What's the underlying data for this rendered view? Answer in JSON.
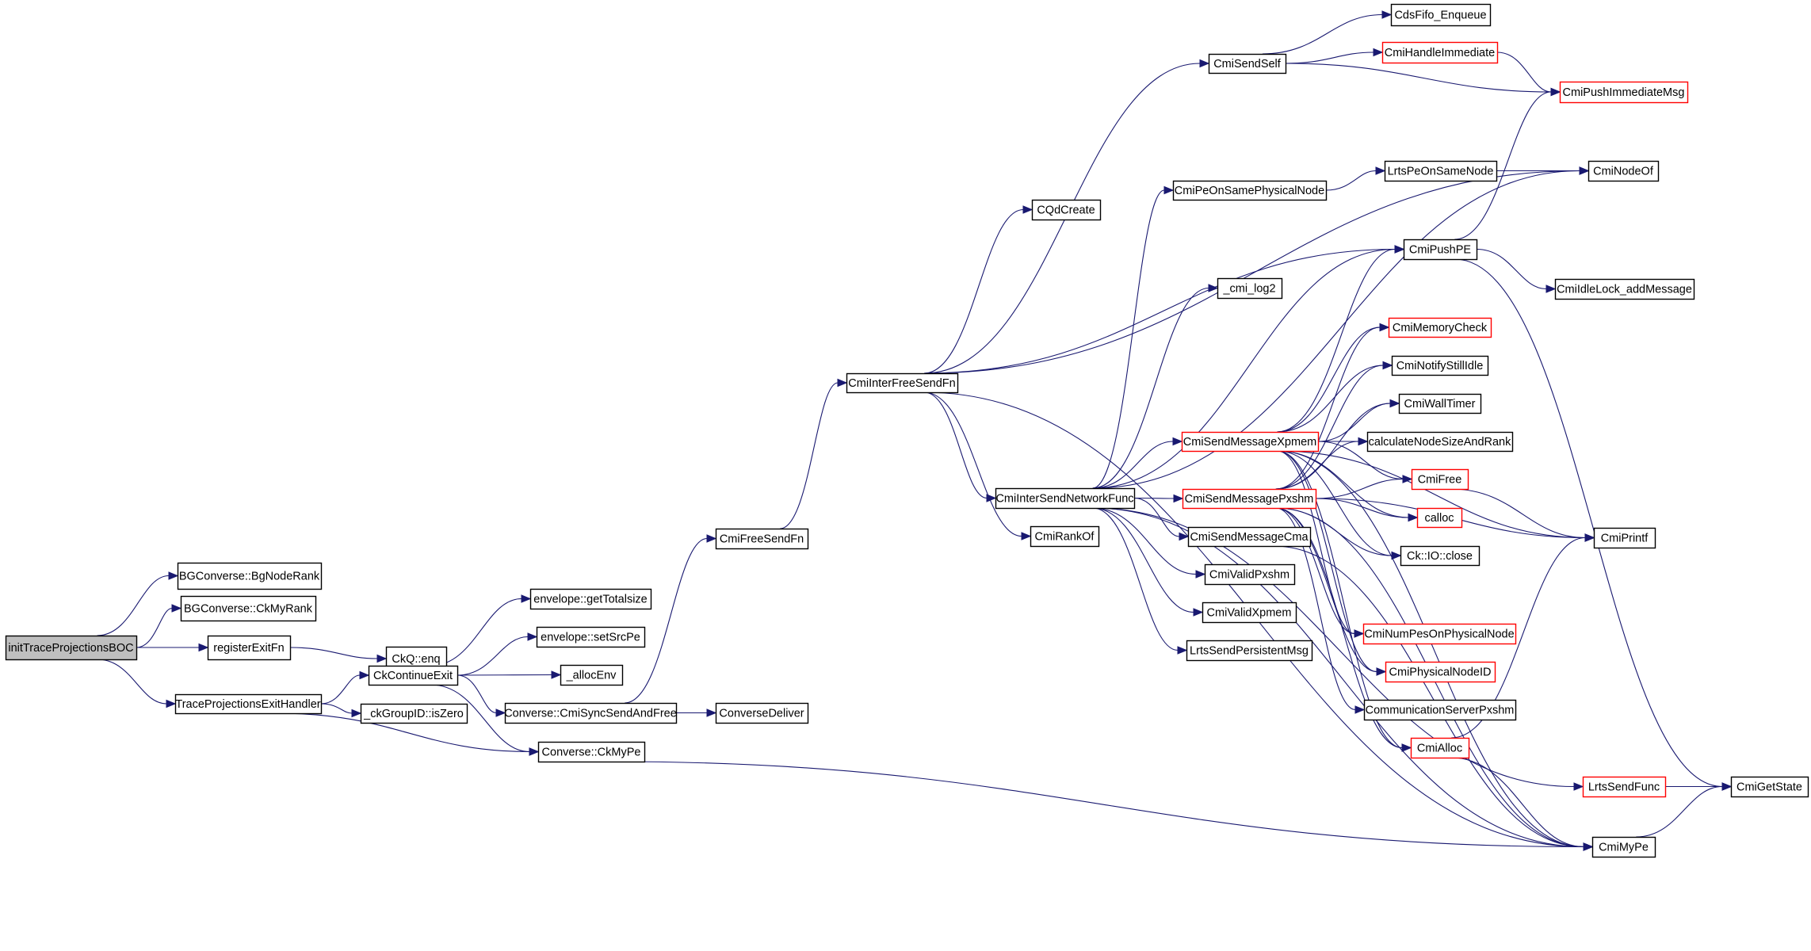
{
  "diagram": {
    "type": "call-graph",
    "edge_color": "#191970",
    "root_fill": "#bfbfbf",
    "truncated_border_color": "#ff0000",
    "nodes": [
      {
        "id": "initTraceProjectionsBOC",
        "label": "initTraceProjectionsBOC",
        "root": true
      },
      {
        "id": "BgNodeRank",
        "label": "BGConverse::BgNodeRank"
      },
      {
        "id": "CkMyRank",
        "label": "BGConverse::CkMyRank"
      },
      {
        "id": "registerExitFn",
        "label": "registerExitFn"
      },
      {
        "id": "CkQenq",
        "label": "CkQ::enq"
      },
      {
        "id": "TPEH",
        "label": "TraceProjectionsExitHandler"
      },
      {
        "id": "isZero",
        "label": "_ckGroupID::isZero"
      },
      {
        "id": "CkContinueExit",
        "label": "CkContinueExit"
      },
      {
        "id": "getTotalsize",
        "label": "envelope::getTotalsize"
      },
      {
        "id": "setSrcPe",
        "label": "envelope::setSrcPe"
      },
      {
        "id": "allocEnv",
        "label": "_allocEnv"
      },
      {
        "id": "CmiSyncSendAndFree",
        "label": "Converse::CmiSyncSendAndFree"
      },
      {
        "id": "ConverseDeliver",
        "label": "ConverseDeliver"
      },
      {
        "id": "ConvCkMyPe",
        "label": "Converse::CkMyPe"
      },
      {
        "id": "CmiFreeSendFn",
        "label": "CmiFreeSendFn"
      },
      {
        "id": "CmiInterFreeSendFn",
        "label": "CmiInterFreeSendFn"
      },
      {
        "id": "CmiSendSelf",
        "label": "CmiSendSelf"
      },
      {
        "id": "CdsFifo_Enqueue",
        "label": "CdsFifo_Enqueue"
      },
      {
        "id": "CmiHandleImmediate",
        "label": "CmiHandleImmediate",
        "truncated": true
      },
      {
        "id": "CmiPushImmediateMsg",
        "label": "CmiPushImmediateMsg",
        "truncated": true
      },
      {
        "id": "CQdCreate",
        "label": "CQdCreate"
      },
      {
        "id": "CmiPeOnSamePhysicalNode",
        "label": "CmiPeOnSamePhysicalNode"
      },
      {
        "id": "LrtsPeOnSameNode",
        "label": "LrtsPeOnSameNode"
      },
      {
        "id": "CmiNodeOf",
        "label": "CmiNodeOf"
      },
      {
        "id": "CmiPushPE",
        "label": "CmiPushPE"
      },
      {
        "id": "CmiIdleLock_addMessage",
        "label": "CmiIdleLock_addMessage"
      },
      {
        "id": "cmi_log2",
        "label": "_cmi_log2"
      },
      {
        "id": "CmiInterSendNetworkFunc",
        "label": "CmiInterSendNetworkFunc"
      },
      {
        "id": "CmiRankOf",
        "label": "CmiRankOf"
      },
      {
        "id": "Xpmem",
        "label": "CmiSendMessageXpmem",
        "truncated": true
      },
      {
        "id": "Pxshm",
        "label": "CmiSendMessagePxshm",
        "truncated": true
      },
      {
        "id": "Cma",
        "label": "CmiSendMessageCma"
      },
      {
        "id": "CmiValidPxshm",
        "label": "CmiValidPxshm"
      },
      {
        "id": "CmiValidXpmem",
        "label": "CmiValidXpmem"
      },
      {
        "id": "LrtsSendPersistentMsg",
        "label": "LrtsSendPersistentMsg"
      },
      {
        "id": "CmiMemoryCheck",
        "label": "CmiMemoryCheck",
        "truncated": true
      },
      {
        "id": "CmiNotifyStillIdle",
        "label": "CmiNotifyStillIdle"
      },
      {
        "id": "CmiWallTimer",
        "label": "CmiWallTimer"
      },
      {
        "id": "calcNodeSize",
        "label": "calculateNodeSizeAndRank"
      },
      {
        "id": "CmiFree",
        "label": "CmiFree",
        "truncated": true
      },
      {
        "id": "calloc",
        "label": "calloc",
        "truncated": true
      },
      {
        "id": "CkIOclose",
        "label": "Ck::IO::close"
      },
      {
        "id": "CmiNumPes",
        "label": "CmiNumPesOnPhysicalNode",
        "truncated": true
      },
      {
        "id": "CmiPhysicalNodeID",
        "label": "CmiPhysicalNodeID",
        "truncated": true
      },
      {
        "id": "CommServerPxshm",
        "label": "CommunicationServerPxshm"
      },
      {
        "id": "CmiAlloc",
        "label": "CmiAlloc",
        "truncated": true
      },
      {
        "id": "CmiPrintf",
        "label": "CmiPrintf"
      },
      {
        "id": "LrtsSendFunc",
        "label": "LrtsSendFunc",
        "truncated": true
      },
      {
        "id": "CmiGetState",
        "label": "CmiGetState"
      },
      {
        "id": "CmiMyPe",
        "label": "CmiMyPe"
      }
    ],
    "edges": [
      [
        "initTraceProjectionsBOC",
        "BgNodeRank"
      ],
      [
        "initTraceProjectionsBOC",
        "CkMyRank"
      ],
      [
        "initTraceProjectionsBOC",
        "registerExitFn"
      ],
      [
        "initTraceProjectionsBOC",
        "TPEH"
      ],
      [
        "registerExitFn",
        "CkQenq"
      ],
      [
        "TPEH",
        "CkContinueExit"
      ],
      [
        "TPEH",
        "isZero"
      ],
      [
        "TPEH",
        "ConvCkMyPe"
      ],
      [
        "CkContinueExit",
        "getTotalsize"
      ],
      [
        "CkContinueExit",
        "setSrcPe"
      ],
      [
        "CkContinueExit",
        "allocEnv"
      ],
      [
        "CkContinueExit",
        "CmiSyncSendAndFree"
      ],
      [
        "CkContinueExit",
        "ConvCkMyPe"
      ],
      [
        "CmiSyncSendAndFree",
        "ConverseDeliver"
      ],
      [
        "CmiSyncSendAndFree",
        "CmiFreeSendFn"
      ],
      [
        "ConvCkMyPe",
        "CmiMyPe"
      ],
      [
        "CmiFreeSendFn",
        "CmiInterFreeSendFn"
      ],
      [
        "CmiInterFreeSendFn",
        "CmiSendSelf"
      ],
      [
        "CmiInterFreeSendFn",
        "CmiNodeOf"
      ],
      [
        "CmiInterFreeSendFn",
        "CQdCreate"
      ],
      [
        "CmiInterFreeSendFn",
        "CmiPushPE"
      ],
      [
        "CmiInterFreeSendFn",
        "CmiInterSendNetworkFunc"
      ],
      [
        "CmiInterFreeSendFn",
        "CmiRankOf"
      ],
      [
        "CmiInterFreeSendFn",
        "CmiMyPe"
      ],
      [
        "CmiSendSelf",
        "CdsFifo_Enqueue"
      ],
      [
        "CmiSendSelf",
        "CmiHandleImmediate"
      ],
      [
        "CmiSendSelf",
        "CmiPushImmediateMsg"
      ],
      [
        "CmiHandleImmediate",
        "CmiPushImmediateMsg"
      ],
      [
        "CmiPeOnSamePhysicalNode",
        "LrtsPeOnSameNode"
      ],
      [
        "LrtsPeOnSameNode",
        "CmiNodeOf"
      ],
      [
        "CmiPushPE",
        "CmiPushImmediateMsg"
      ],
      [
        "CmiPushPE",
        "CmiIdleLock_addMessage"
      ],
      [
        "CmiPushPE",
        "CmiGetState"
      ],
      [
        "CmiInterSendNetworkFunc",
        "CmiPeOnSamePhysicalNode"
      ],
      [
        "CmiInterSendNetworkFunc",
        "cmi_log2"
      ],
      [
        "CmiInterSendNetworkFunc",
        "CmiNodeOf"
      ],
      [
        "CmiInterSendNetworkFunc",
        "CmiPushPE"
      ],
      [
        "CmiInterSendNetworkFunc",
        "Xpmem"
      ],
      [
        "CmiInterSendNetworkFunc",
        "Pxshm"
      ],
      [
        "CmiInterSendNetworkFunc",
        "Cma"
      ],
      [
        "CmiInterSendNetworkFunc",
        "CmiValidPxshm"
      ],
      [
        "CmiInterSendNetworkFunc",
        "CmiValidXpmem"
      ],
      [
        "CmiInterSendNetworkFunc",
        "LrtsSendPersistentMsg"
      ],
      [
        "CmiInterSendNetworkFunc",
        "LrtsSendFunc"
      ],
      [
        "CmiInterSendNetworkFunc",
        "CmiMyPe"
      ],
      [
        "Xpmem",
        "CmiMemoryCheck"
      ],
      [
        "Xpmem",
        "CmiNotifyStillIdle"
      ],
      [
        "Xpmem",
        "CmiWallTimer"
      ],
      [
        "Xpmem",
        "calcNodeSize"
      ],
      [
        "Xpmem",
        "CmiFree"
      ],
      [
        "Xpmem",
        "calloc"
      ],
      [
        "Xpmem",
        "CkIOclose"
      ],
      [
        "Xpmem",
        "CmiPushPE"
      ],
      [
        "Xpmem",
        "CmiPrintf"
      ],
      [
        "Xpmem",
        "CmiNumPes"
      ],
      [
        "Xpmem",
        "CmiPhysicalNodeID"
      ],
      [
        "Xpmem",
        "CmiAlloc"
      ],
      [
        "Xpmem",
        "CmiMyPe"
      ],
      [
        "Pxshm",
        "CmiMemoryCheck"
      ],
      [
        "Pxshm",
        "CmiNotifyStillIdle"
      ],
      [
        "Pxshm",
        "CmiWallTimer"
      ],
      [
        "Pxshm",
        "calcNodeSize"
      ],
      [
        "Pxshm",
        "CmiFree"
      ],
      [
        "Pxshm",
        "calloc"
      ],
      [
        "Pxshm",
        "CkIOclose"
      ],
      [
        "Pxshm",
        "CmiPrintf"
      ],
      [
        "Pxshm",
        "CmiNumPes"
      ],
      [
        "Pxshm",
        "CmiPhysicalNodeID"
      ],
      [
        "Pxshm",
        "CommServerPxshm"
      ],
      [
        "Pxshm",
        "CmiAlloc"
      ],
      [
        "Pxshm",
        "CmiMyPe"
      ],
      [
        "Cma",
        "CmiMyPe"
      ],
      [
        "CmiFree",
        "CmiPrintf"
      ],
      [
        "CmiAlloc",
        "CmiPrintf"
      ],
      [
        "CmiAlloc",
        "CmiMyPe"
      ],
      [
        "LrtsSendFunc",
        "CmiGetState"
      ],
      [
        "CmiMyPe",
        "CmiGetState"
      ]
    ]
  }
}
